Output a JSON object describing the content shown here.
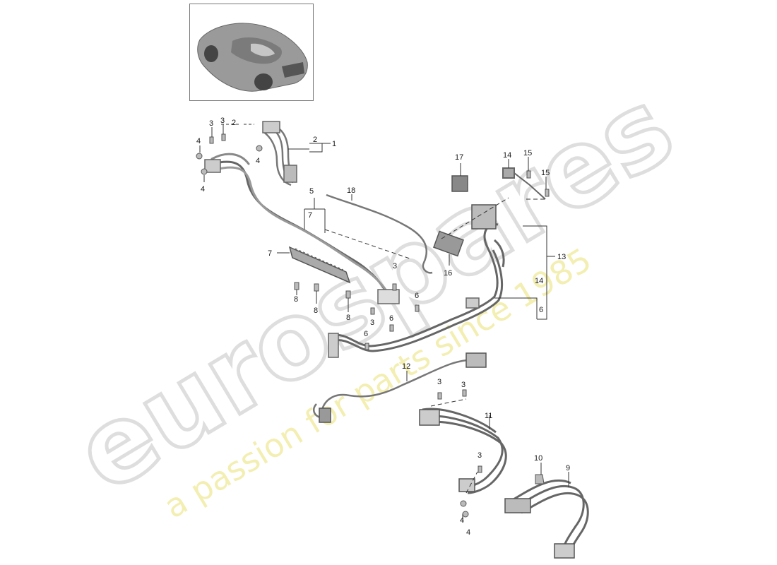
{
  "watermark": {
    "brand": "eurospares",
    "tagline": "a passion for parts since 1985",
    "brand_color": "#d9d9d9",
    "tagline_color": "#f3efb0"
  },
  "thumbnail": {
    "icon": "car-icon"
  },
  "callouts": {
    "c1": "1",
    "c2a": "2",
    "c2b": "2",
    "c3a": "3",
    "c3b": "3",
    "c3c": "3",
    "c3d": "3",
    "c3e": "3",
    "c3f": "3",
    "c3g": "3",
    "c4a": "4",
    "c4b": "4",
    "c4c": "4",
    "c4d": "4",
    "c4e": "4",
    "c5": "5",
    "c6a": "6",
    "c6b": "6",
    "c6c": "6",
    "c6d": "6",
    "c7a": "7",
    "c7b": "7",
    "c8a": "8",
    "c8b": "8",
    "c8c": "8",
    "c9": "9",
    "c10": "10",
    "c11": "11",
    "c12": "12",
    "c13": "13",
    "c14a": "14",
    "c14b": "14",
    "c15a": "15",
    "c15b": "15",
    "c16": "16",
    "c17": "17",
    "c18": "18"
  }
}
